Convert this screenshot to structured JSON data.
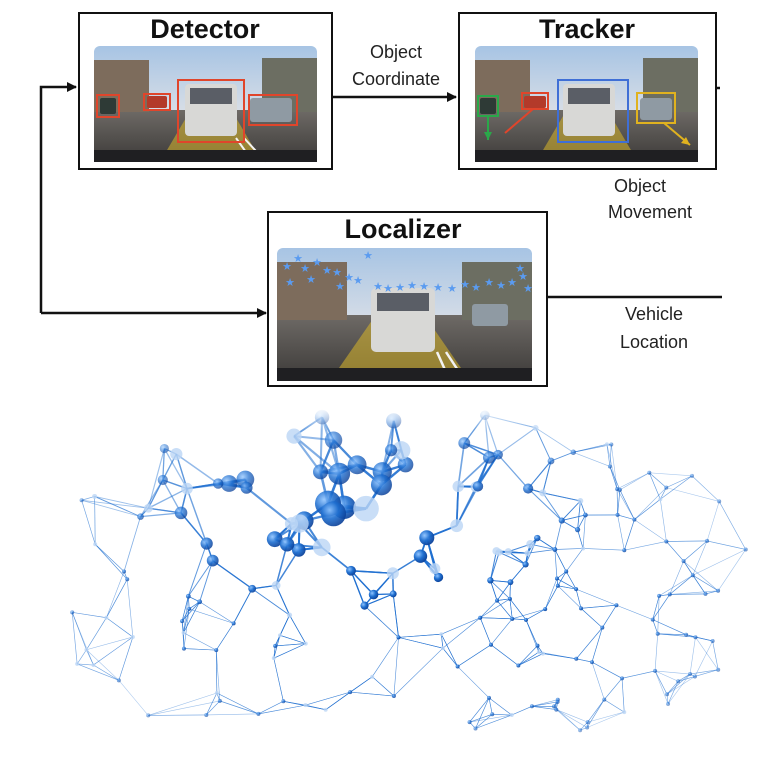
{
  "modules": {
    "detector": {
      "title": "Detector"
    },
    "tracker": {
      "title": "Tracker"
    },
    "localizer": {
      "title": "Localizer"
    }
  },
  "edges": {
    "detector_to_tracker": {
      "line1": "Object",
      "line2": "Coordinate"
    },
    "tracker_out": {
      "line1": "Object",
      "line2": "Movement"
    },
    "localizer_out": {
      "line1": "Vehicle",
      "line2": "Location"
    }
  },
  "colors": {
    "detector_boxes": "#e0452b",
    "tracker_blue": "#3f6fd6",
    "tracker_yellow": "#e0b21f",
    "tracker_green": "#2aa84a",
    "landmark_stars": "#5a9bf0",
    "network": "#1f6fd0"
  }
}
